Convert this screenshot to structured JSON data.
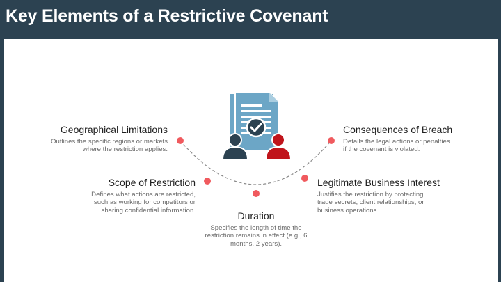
{
  "header": {
    "title": "Key Elements of a Restrictive Covenant"
  },
  "elements": {
    "geographical": {
      "title": "Geographical Limitations",
      "desc_lines": [
        "Outlines the specific regions or markets",
        "where the restriction applies."
      ]
    },
    "consequences": {
      "title": "Consequences of Breach",
      "desc_lines": [
        "Details the legal actions or penalties",
        "if the covenant is violated."
      ]
    },
    "scope": {
      "title": "Scope of Restriction",
      "desc_lines": [
        "Defines what actions are restricted,",
        "such as working for competitors or",
        "sharing confidential information."
      ]
    },
    "interest": {
      "title": "Legitimate Business Interest",
      "desc_lines": [
        "Justifies the restriction by protecting",
        "trade secrets, client relationships, or",
        "business operations."
      ]
    },
    "duration": {
      "title": "Duration",
      "desc_lines": [
        "Specifies the length of time the",
        "restriction remains in effect (e.g., 6",
        "months, 2 years)."
      ]
    }
  },
  "colors": {
    "header_bg": "#2c4251",
    "dot": "#f05a5e",
    "doc": "#6ca6c6",
    "person_left": "#2c4251",
    "person_right": "#c0141b"
  },
  "icons": [
    "document-icon",
    "checkmark-badge-icon",
    "person-icon"
  ]
}
